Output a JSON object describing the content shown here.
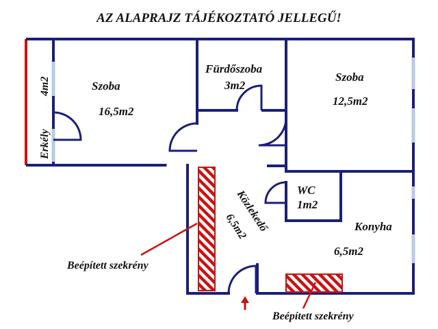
{
  "title": "AZ ALAPRAJZ TÁJÉKOZTATÓ JELLEGŰ!",
  "rooms": {
    "szoba1": {
      "name": "Szoba",
      "area": "16,5m2"
    },
    "furdo": {
      "name": "Fürdőszoba",
      "area": "3m2"
    },
    "szoba2": {
      "name": "Szoba",
      "area": "12,5m2"
    },
    "erkely": {
      "name": "Erkély",
      "area": "4m2"
    },
    "wc": {
      "name": "WC",
      "area": "1m2"
    },
    "kozlekedo": {
      "name": "Közlekedő",
      "area": "6,5m2"
    },
    "konyha": {
      "name": "Konyha",
      "area": "6,5m2"
    }
  },
  "closets": {
    "left": "Beépített szekrény",
    "bottom": "Beépített szekrény"
  },
  "colors": {
    "wall": "#1a1f7a",
    "window": "#b7cce4",
    "balcony": "#cc1111",
    "closet": "#cc1111",
    "text": "#111111"
  }
}
